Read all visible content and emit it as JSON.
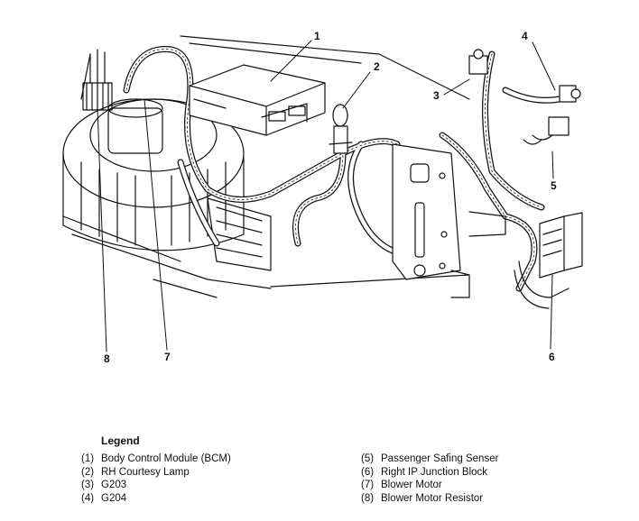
{
  "callouts": [
    "1",
    "2",
    "3",
    "4",
    "5",
    "6",
    "7",
    "8"
  ],
  "legend": {
    "title": "Legend",
    "left": [
      {
        "num": "(1)",
        "label": "Body Control Module (BCM)"
      },
      {
        "num": "(2)",
        "label": "RH Courtesy Lamp"
      },
      {
        "num": "(3)",
        "label": "G203"
      },
      {
        "num": "(4)",
        "label": "G204"
      }
    ],
    "right": [
      {
        "num": "(5)",
        "label": "Passenger Safing Senser"
      },
      {
        "num": "(6)",
        "label": "Right IP Junction Block"
      },
      {
        "num": "(7)",
        "label": "Blower Motor"
      },
      {
        "num": "(8)",
        "label": "Blower Motor Resistor"
      }
    ]
  }
}
